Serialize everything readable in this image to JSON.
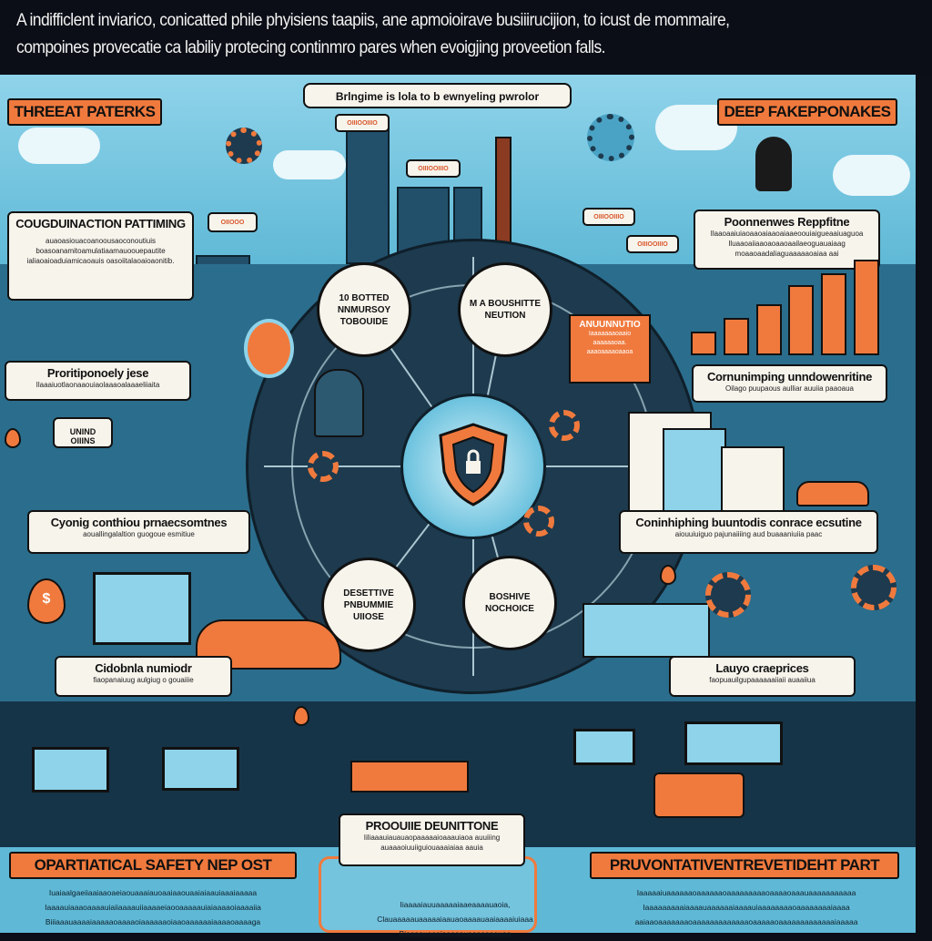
{
  "header": {
    "line1": "A indifficlent inviarico, conicatted phile phyisiens taapiis, ane apmoioirave busiiirucijion, to icust  de mommaire,",
    "line2": "compoines provecatie ca labiliy protecing continmro pares when evoigjing proveetion falls."
  },
  "top_pill": "Brlngime is lola  to b ewnyeling pwrolor",
  "sections": {
    "threat_patterns": "THREEAT PATERKS",
    "deep_fakes": "DEEP FAKEPPONAKES",
    "operational_safety": "OPARTIATICAL SAFETY NEP OST",
    "preventative": "PRUVONTATIVENTREVETIDEHT PART"
  },
  "cards": {
    "coordination": {
      "title": "COUGDUINACTION PATTIMING",
      "body": "auaoasiouacoanoousaoconoutiuis boasoanamitoamulatiaamauoouepautite ialiaoaioaduiamicaoauis oasoiitalaoaioaonitib."
    },
    "proritiponoely": {
      "title": "Proritiponoely jese",
      "body": "Ilaaaiuotlaonaaouiaolaaaoalaaaeliiaita"
    },
    "poonnenwes": {
      "title": "Poonnenwes Reppfitne",
      "body": "Ilaaoaaiuiaoaaoaiaaoaiaaeoouiaigueaaiuaguoa Iluaaoaiiaaoaoaaoaailaeoguauaiaag moaaoaadaliaguaaaaaoaiaa aai"
    },
    "cornunimping": {
      "title": "Cornunimping unndowenritine",
      "body": "Oilago puupaous aulliar auuiia paaoaua"
    },
    "cyonig": {
      "title": "Cyonig conthiou prnaecsomtnes",
      "body": "aouallingalaltion guogoue esmitiue"
    },
    "coninhiphing": {
      "title": "Coninhiphing buuntodis conrace ecsutine",
      "body": "aiouuiuiguo pajunaiiiing aud buaaaniuiia paac"
    },
    "cidobnla": {
      "title": "Cidobnla numiodr",
      "body": "fiaopanaiuug aulgiug o gouaiiie"
    },
    "lauyo": {
      "title": "Lauyo craeprices",
      "body": "faopuauilgupaaaaaaiiaii auaaiiua"
    },
    "prooulle": {
      "title": "PROOUIIE DEUNITTONE",
      "body": "Iiliaaauiauauaopaaaaaioaaauiaoa auuiiing auaaaoiuuiiguiouaaaiaiaa aauia"
    }
  },
  "nodes": [
    "10 BOTTED NNMURSOY TOBOUIDE",
    "M A BOUSHITTE NEUTION",
    "DESETTIVE PNBUMMIE UIIOSE",
    "BOSHIVE NOCHOICE"
  ],
  "small_labels": {
    "orange_note": {
      "title": "ANUUNNUTIO",
      "body": "Iaaaaaaaoaaio aaaaaaoaa. aaaoaaaaoaaoa"
    },
    "unind": "UNIND OIIINS",
    "bubble_a": "OIIOOO",
    "bubble_b": "OIIIOOIIIO",
    "bubble_c": "OIIIOOIIIO",
    "bubble_d": "OIIIOOIIIO",
    "bubble_e": "OIIIOOIIIO"
  },
  "bottom_paragraphs": {
    "left": "Iuaiaalgaeiiaaiaaoaeiaouaaaiauoaaiaaouaaiaiaauiaaaiaaaaa Iaaaauiaaaoaaaauiaiiaaaauiiaaaaeiaooaaaaauiaiaaaaoiaaaaiia Biiiaaauaaaaiaaaaaoaaaaoiaaaaaaoiaaoaaaaaaiaaaaoaaaaga",
    "center": "Iiaaaaiauuaaaaaiaaeaaaauaoia, Clauaaaaauaaaaaiaauaoaaaauaaiaaaaiuiaaa Biaaaauaaaiaaaaauaaaaaaauaa",
    "right": "Iaaaaaiuaaaaaaoaaaaaaoaaaaaaaaaoaaaaoaaauaaaaaaaaaaa Iaaaaaaaaaiaaaauaaaaaaiaaaauiaaaaaaaaoaaaaaaaaiaaaa aaiaaoaaaaaaaoaaaaaaaaaaaaaoaaaaaoaaaaaaaaaaaaaiaaaaa"
  },
  "chart_data": {
    "type": "bar",
    "values": [
      1,
      1.6,
      2.2,
      3,
      3.5,
      4.1
    ]
  },
  "colors": {
    "accent": "#f07a3d",
    "panel": "#5fb9d6",
    "dark": "#1d3a4e",
    "header": "#0b0e16"
  },
  "icons": [
    "shield-lock-icon",
    "gear-icon",
    "drop-icon",
    "dollar-drop-icon",
    "virus-icon",
    "hacker-avatar",
    "car-icon",
    "truck-icon",
    "monitor-icon"
  ]
}
